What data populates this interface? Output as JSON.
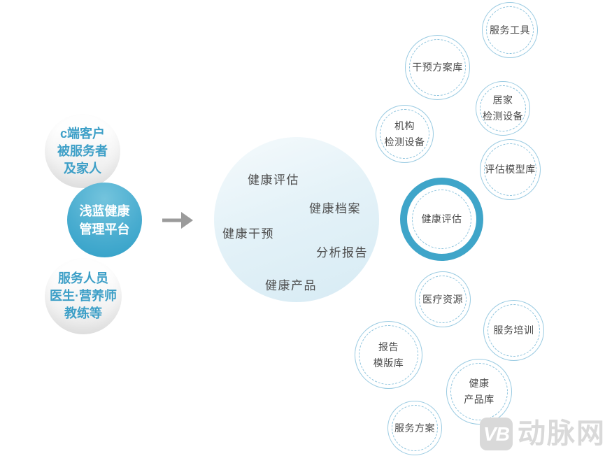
{
  "colors": {
    "platform_circle_blue": "#3fa5c9",
    "platform_gradient_top": "#74c4dd",
    "platform_gradient_bottom": "#2f9fc7",
    "satellite_border_solid": "#9acbe2",
    "satellite_border_dashed": "#8cc3dd",
    "highlight_ring": "#3fa5c9",
    "left_circle_text": "#3d9fc7",
    "dark_text": "#4a4a4a",
    "arrow_gray": "#9b9b9b",
    "watermark_gray": "#d9d9d9",
    "big_circle_fill_top": "#f5fafc",
    "big_circle_fill_bottom": "#d7ebf4"
  },
  "left_cluster": {
    "clients": {
      "lines": [
        "c端客户",
        "被服务者",
        "及家人"
      ]
    },
    "platform": {
      "lines": [
        "浅蓝健康",
        "管理平台"
      ]
    },
    "staff": {
      "lines": [
        "服务人员",
        "医生·营养师",
        "教练等"
      ]
    }
  },
  "center_circle": {
    "items": [
      "健康评估",
      "健康档案",
      "健康干预",
      "分析报告",
      "健康产品"
    ]
  },
  "satellites": {
    "service_tools": {
      "lines": [
        "服务工具"
      ]
    },
    "intervention_plan_library": {
      "lines": [
        "干预方案库"
      ]
    },
    "home_testing_equipment": {
      "lines": [
        "居家",
        "检测设备"
      ]
    },
    "institution_testing_equipment": {
      "lines": [
        "机构",
        "检测设备"
      ]
    },
    "assessment_model_library": {
      "lines": [
        "评估模型库"
      ]
    },
    "health_assessment_highlight": {
      "lines": [
        "健康评估"
      ]
    },
    "medical_resources": {
      "lines": [
        "医疗资源"
      ]
    },
    "service_training": {
      "lines": [
        "服务培训"
      ]
    },
    "report_template_library": {
      "lines": [
        "报告",
        "模版库"
      ]
    },
    "health_product_library": {
      "lines": [
        "健康",
        "产品库"
      ]
    },
    "service_plan": {
      "lines": [
        "服务方案"
      ]
    }
  },
  "watermark": {
    "badge": "VB",
    "text": "动脉网"
  }
}
